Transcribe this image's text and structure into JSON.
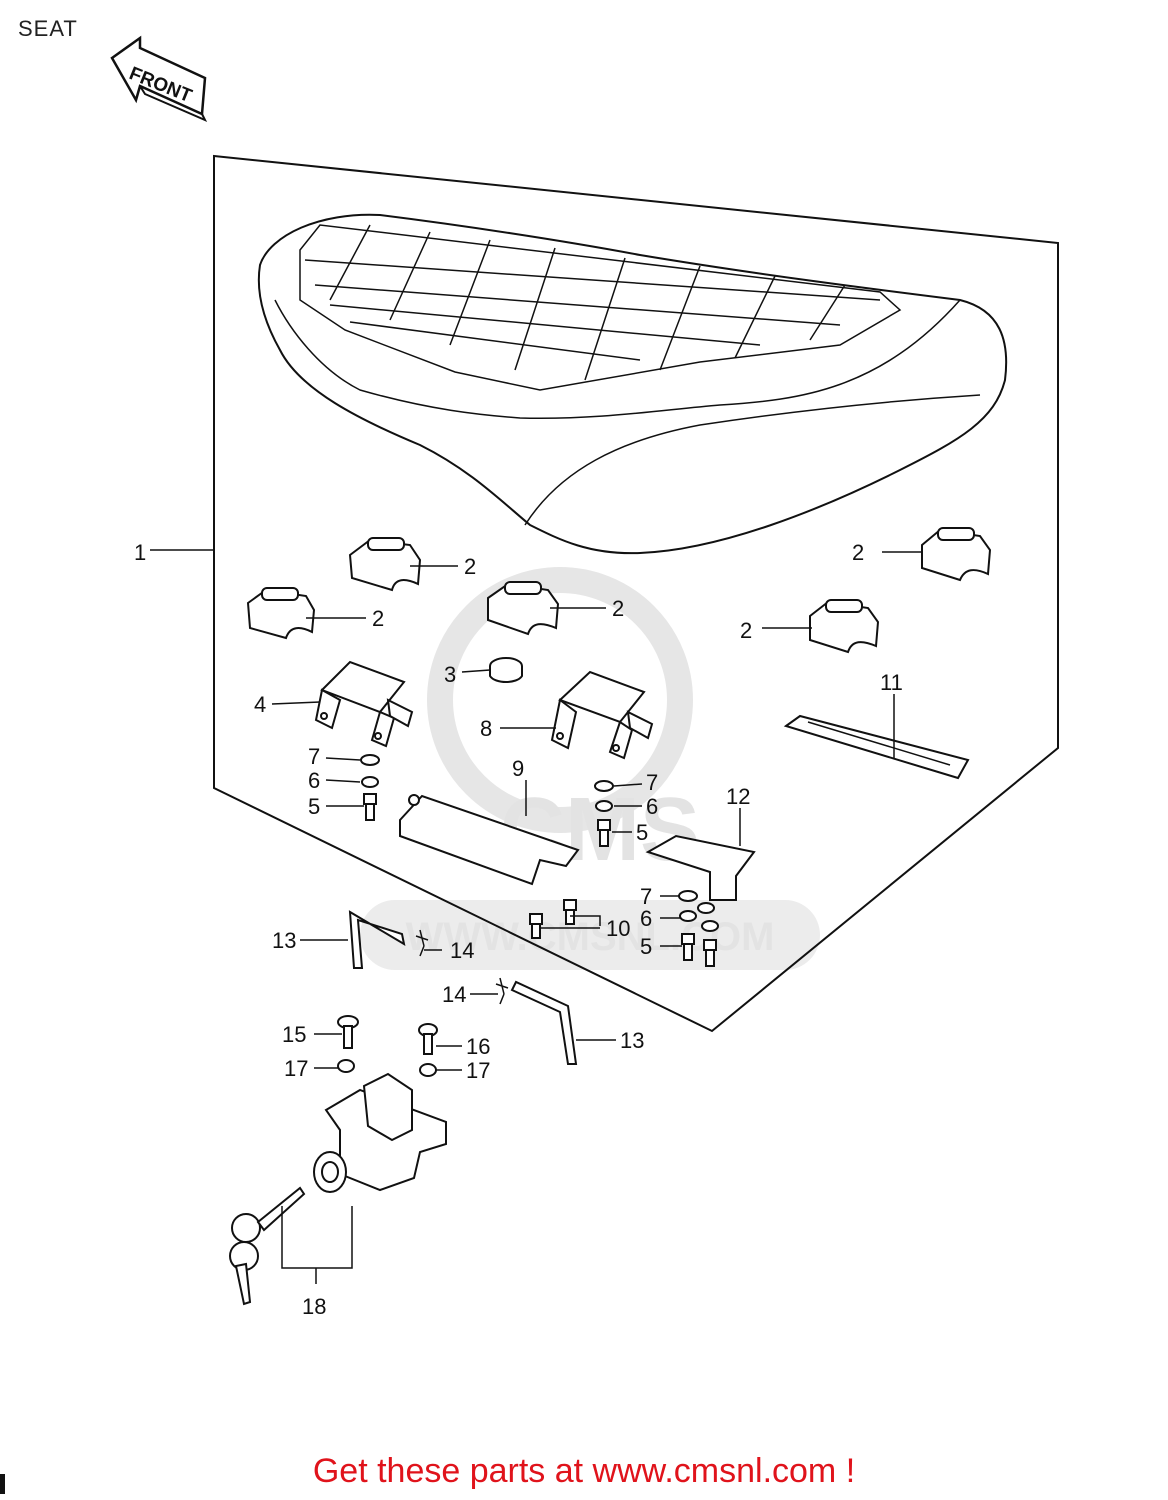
{
  "page": {
    "title": "SEAT",
    "footer": "Get these parts at www.cmsnl.com !"
  },
  "diagram": {
    "front_arrow_text": "FRONT",
    "watermark_text": "WWW.CMSNL.COM",
    "watermark_logo_text": "CMS",
    "callouts": {
      "c1": "1",
      "c2a": "2",
      "c2b": "2",
      "c2c": "2",
      "c2d": "2",
      "c2e": "2",
      "c3": "3",
      "c4": "4",
      "c5a": "5",
      "c5b": "5",
      "c5c": "5",
      "c6a": "6",
      "c6b": "6",
      "c6c": "6",
      "c7a": "7",
      "c7b": "7",
      "c7c": "7",
      "c8": "8",
      "c9": "9",
      "c10": "10",
      "c11": "11",
      "c12": "12",
      "c13a": "13",
      "c13b": "13",
      "c14a": "14",
      "c14b": "14",
      "c15": "15",
      "c16": "16",
      "c17a": "17",
      "c17b": "17",
      "c18": "18"
    },
    "colors": {
      "line": "#111111",
      "watermark": "#e3e3e3",
      "footer": "#e0131b"
    }
  }
}
